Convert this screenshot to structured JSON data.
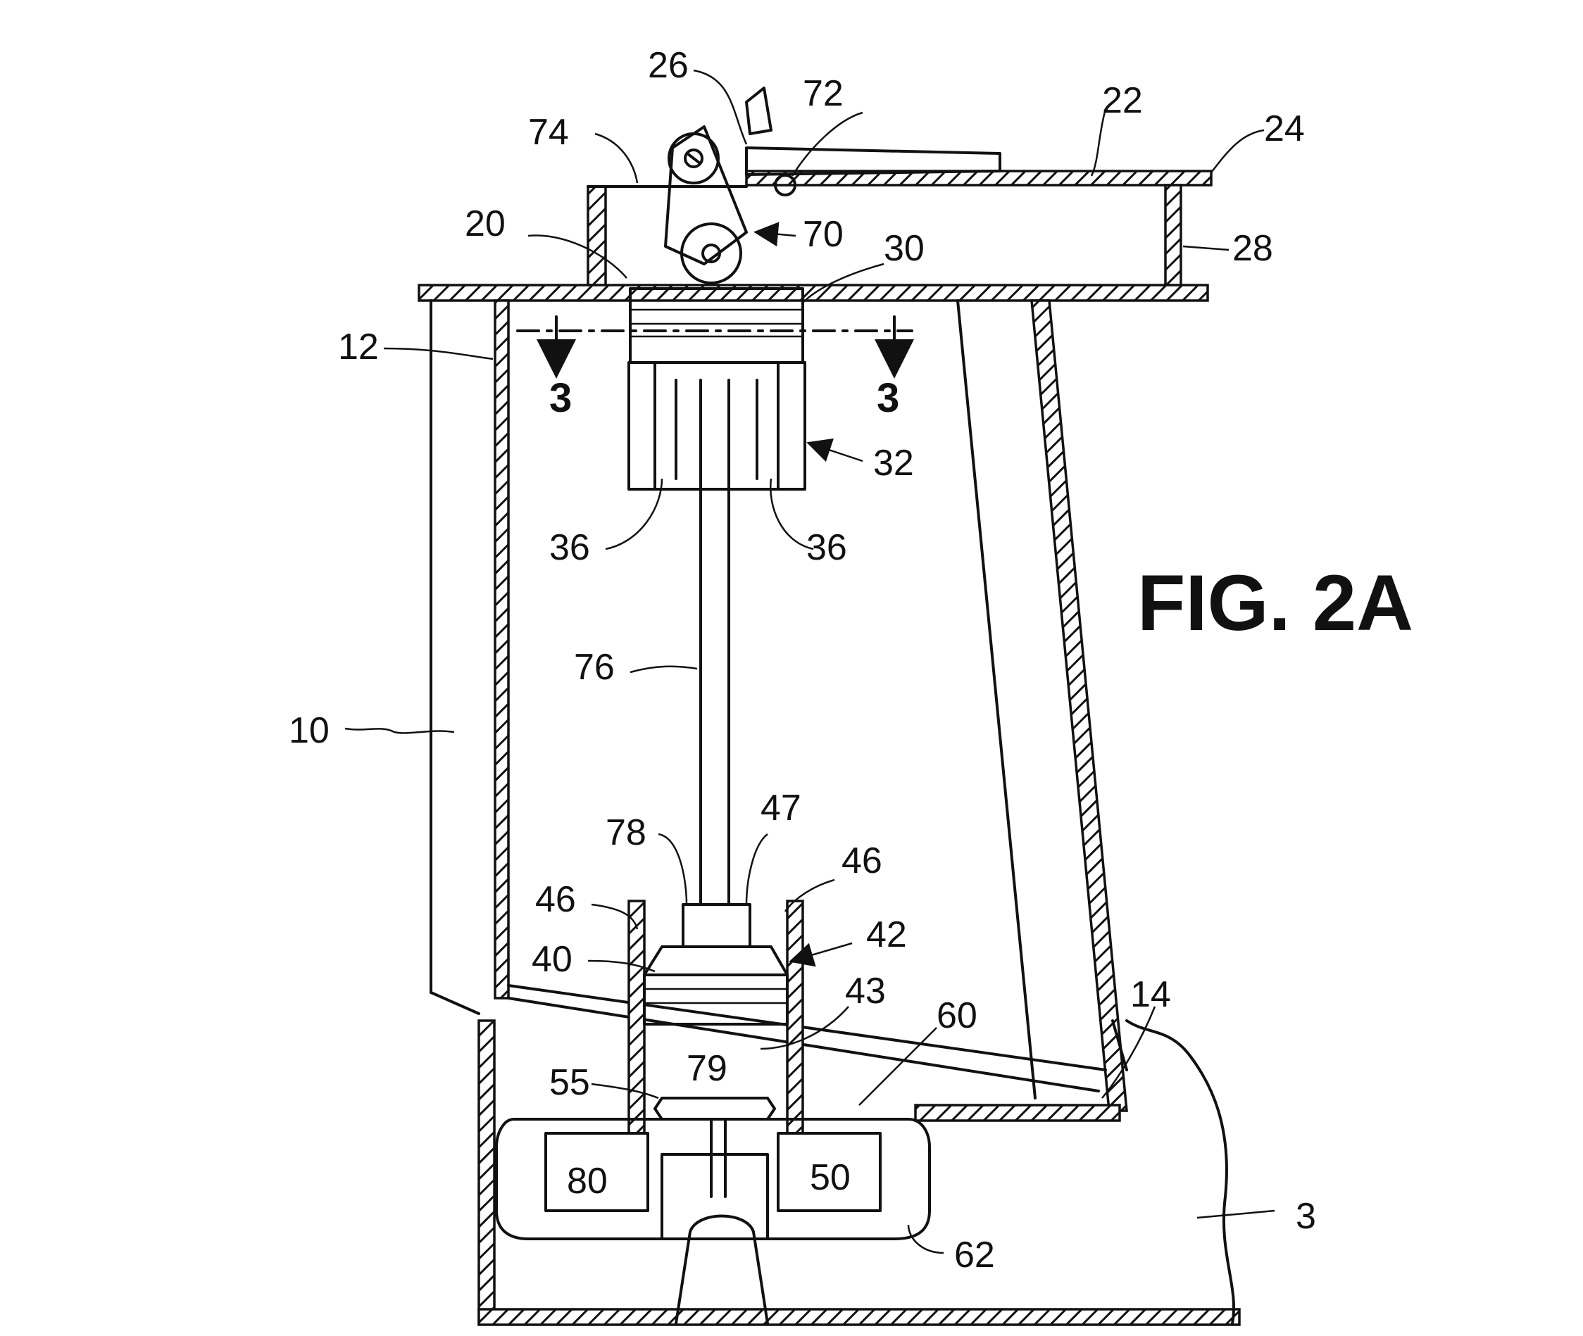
{
  "figure": {
    "title": "FIG. 2A",
    "labels": {
      "l26": "26",
      "l72": "72",
      "l22": "22",
      "l24": "24",
      "l74": "74",
      "l20": "20",
      "l70": "70",
      "l30": "30",
      "l28": "28",
      "l12": "12",
      "l3a": "3",
      "l3b": "3",
      "l32": "32",
      "l36a": "36",
      "l36b": "36",
      "l76": "76",
      "l10": "10",
      "l78": "78",
      "l47": "47",
      "l46a": "46",
      "l46b": "46",
      "l42": "42",
      "l40": "40",
      "l43": "43",
      "l60": "60",
      "l14": "14",
      "l79": "79",
      "l55": "55",
      "l80": "80",
      "l50": "50",
      "l3c": "3",
      "l62": "62"
    }
  },
  "colors": {
    "ink": "#111111",
    "paper": "#ffffff"
  }
}
